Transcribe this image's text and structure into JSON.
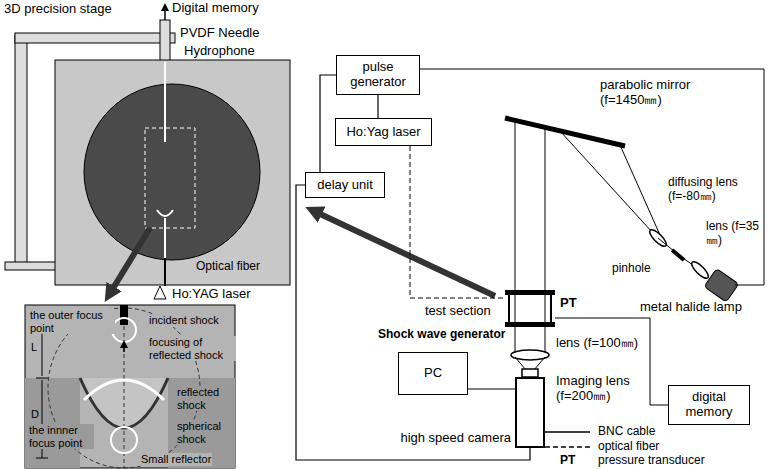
{
  "diagram": {
    "nodes": [
      {
        "text": [
          "pulse generator"
        ]
      },
      {
        "text": [
          "Ho:Yag laser"
        ]
      },
      {
        "text": [
          "delay unit"
        ]
      },
      {
        "text": [
          "PC"
        ]
      },
      {
        "text": [
          "high speed camera"
        ]
      },
      {
        "text": [
          "digital memory"
        ]
      }
    ],
    "edges": [
      {
        "from": 0,
        "to": 1,
        "arrow": "none"
      },
      {
        "from": 0,
        "to": 2,
        "arrow": "none"
      },
      {
        "from": 2,
        "to": 4,
        "arrow": "none"
      },
      {
        "from": 3,
        "to": 4,
        "arrow": "none"
      }
    ],
    "labels": [
      "3D precision stage",
      "Digital memory",
      "PVDF Needle",
      "Hydrophone",
      "Optical fiber",
      "Ho:YAG laser",
      "the outer focus point",
      "incident shock",
      "focusing of reflected shock",
      "L",
      "D",
      "reflected shock",
      "the innner focus point",
      "spherical shock",
      "Small reflector",
      "parabolic mirror (f=1450㎜)",
      "diffusing lens (f=-80㎜)",
      "pinhole",
      "lens (f=35㎜)",
      "metal halide lamp",
      "test section",
      "PT",
      "Shock wave generator",
      "lens (f=100㎜)",
      "Imaging lens (f=200㎜)",
      "PT",
      "pressure transducer"
    ],
    "legend": [
      {
        "text": "BNC cable"
      },
      {
        "text": "optical fiber"
      }
    ]
  }
}
